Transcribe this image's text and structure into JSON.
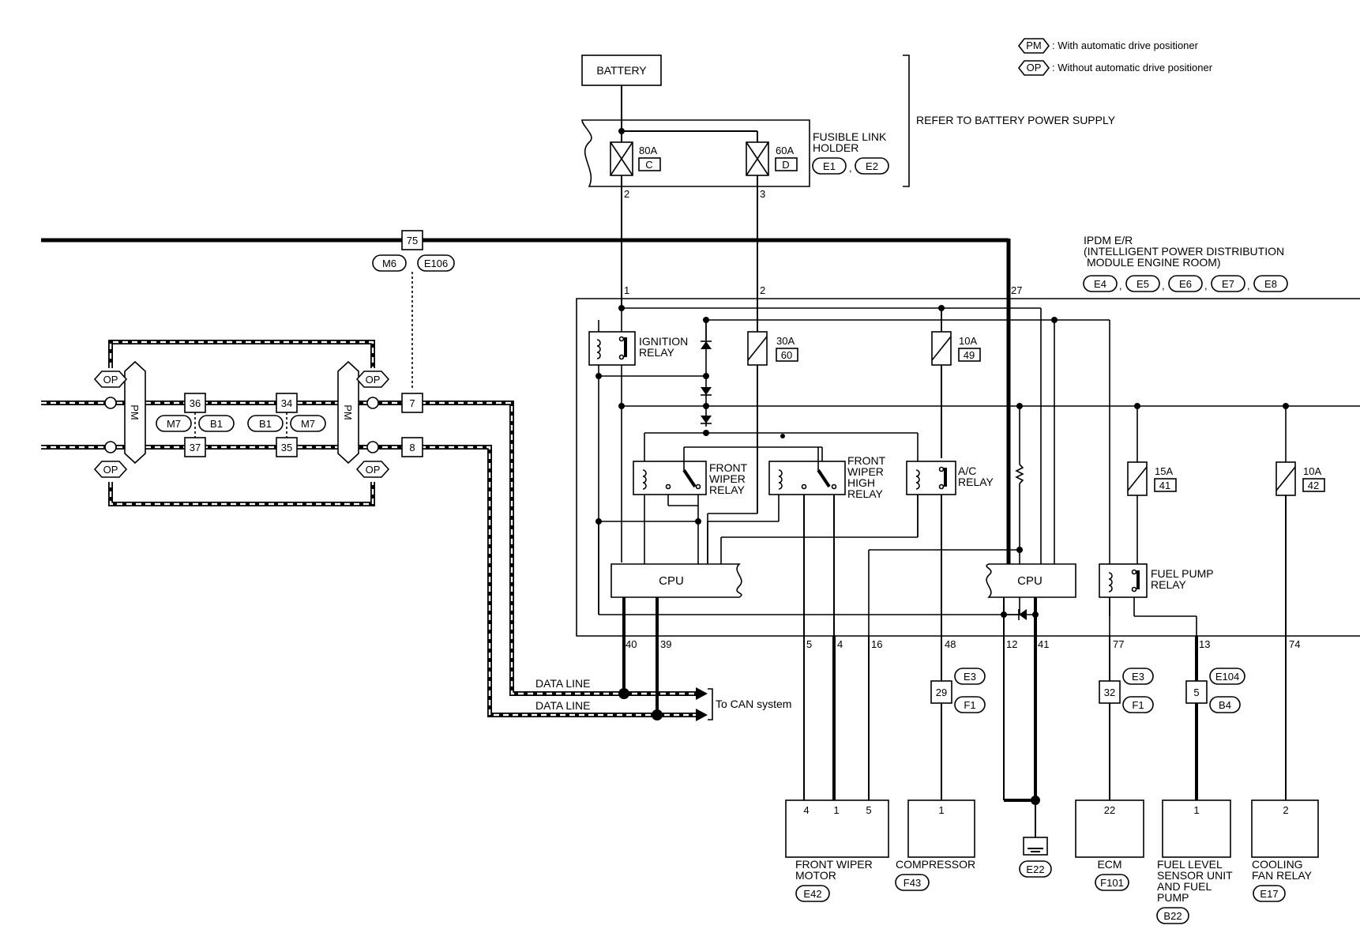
{
  "legend": {
    "pm_code": "PM",
    "pm_text": ": With automatic drive positioner",
    "op_code": "OP",
    "op_text": ": Without automatic drive positioner"
  },
  "battery": "BATTERY",
  "refer_note": "REFER TO BATTERY POWER SUPPLY",
  "fusible_link": {
    "title_1": "FUSIBLE LINK",
    "title_2": "HOLDER",
    "fuse_80a": "80A",
    "fuse_80a_id": "C",
    "fuse_60a": "60A",
    "fuse_60a_id": "D",
    "conn_1": "E1",
    "conn_2": "E2",
    "pin_80a": "2",
    "pin_60a": "3"
  },
  "ipdm": {
    "title_1": "IPDM E/R",
    "title_2": "(INTELLIGENT POWER DISTRIBUTION",
    "title_3": "MODULE ENGINE ROOM)",
    "connectors": [
      "E4",
      "E5",
      "E6",
      "E7",
      "E8"
    ],
    "pin_1": "1",
    "pin_2": "2",
    "pin_27": "27"
  },
  "joint": {
    "box": "75",
    "conn_m6": "M6",
    "conn_e106": "E106",
    "box_7": "7",
    "box_8": "8",
    "box_36": "36",
    "box_37": "37",
    "box_34": "34",
    "box_35": "35",
    "conn_m7_a": "M7",
    "conn_b1_a": "B1",
    "conn_b1_b": "B1",
    "conn_m7_b": "M7",
    "op_1": "OP",
    "op_2": "OP",
    "op_3": "OP",
    "op_4": "OP",
    "pm_1": "PM",
    "pm_2": "PM"
  },
  "relays": {
    "ignition_1": "IGNITION",
    "ignition_2": "RELAY",
    "fw_1": "FRONT",
    "fw_2": "WIPER",
    "fw_3": "RELAY",
    "fwh_1": "FRONT",
    "fwh_2": "WIPER",
    "fwh_3": "HIGH",
    "fwh_4": "RELAY",
    "ac_1": "A/C",
    "ac_2": "RELAY",
    "fp_1": "FUEL PUMP",
    "fp_2": "RELAY"
  },
  "fuses": {
    "f30": "30A",
    "f30_id": "60",
    "f10a": "10A",
    "f10a_id": "49",
    "f15": "15A",
    "f15_id": "41",
    "f10b": "10A",
    "f10b_id": "42"
  },
  "cpu_left": "CPU",
  "cpu_right": "CPU",
  "bottom_pins": {
    "p40": "40",
    "p39": "39",
    "p5": "5",
    "p4": "4",
    "p16": "16",
    "p48": "48",
    "p12": "12",
    "p41": "41",
    "p77": "77",
    "p13": "13",
    "p74": "74"
  },
  "data_line_1": "DATA LINE",
  "data_line_2": "DATA LINE",
  "to_can": "To CAN system",
  "intermediate": {
    "j29": "29",
    "j29_c1": "E3",
    "j29_c2": "F1",
    "j32": "32",
    "j32_c1": "E3",
    "j32_c2": "F1",
    "j5": "5",
    "j5_c1": "E104",
    "j5_c2": "B4"
  },
  "components": {
    "wiper_pin_a": "4",
    "wiper_pin_b": "1",
    "wiper_pin_c": "5",
    "wiper_1": "FRONT WIPER",
    "wiper_2": "MOTOR",
    "wiper_conn": "E42",
    "comp_pin": "1",
    "comp_1": "COMPRESSOR",
    "comp_conn": "F43",
    "ground_conn": "E22",
    "ecm_pin": "22",
    "ecm_1": "ECM",
    "ecm_conn": "F101",
    "fuel_pin": "1",
    "fuel_1": "FUEL LEVEL",
    "fuel_2": "SENSOR UNIT",
    "fuel_3": "AND FUEL",
    "fuel_4": "PUMP",
    "fuel_conn": "B22",
    "cool_pin": "2",
    "cool_1": "COOLING",
    "cool_2": "FAN RELAY",
    "cool_conn": "E17"
  }
}
